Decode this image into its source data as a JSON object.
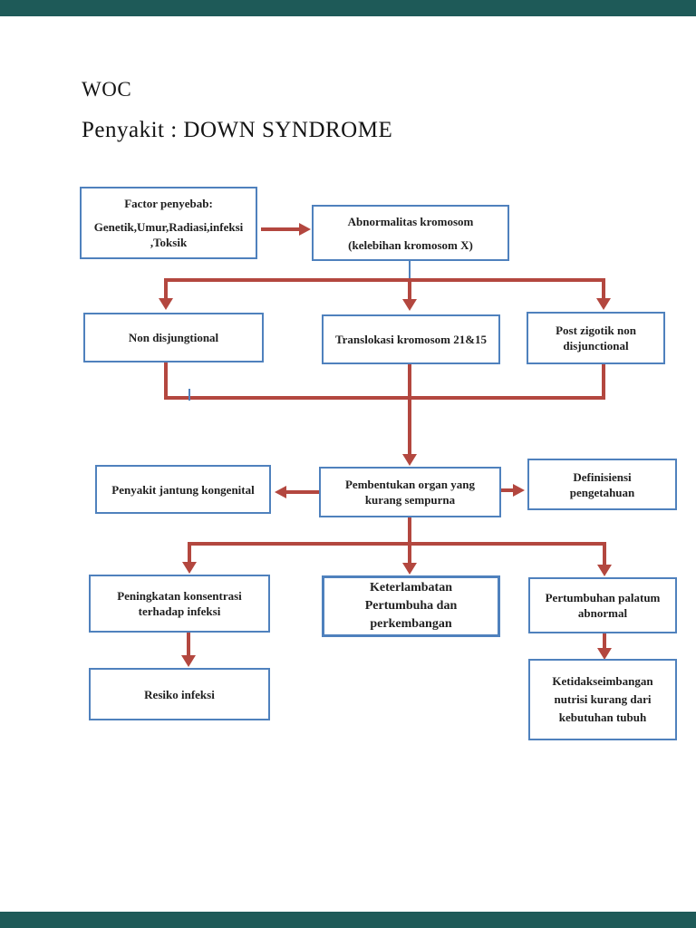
{
  "document": {
    "heading": "WOC",
    "subheading": "Penyakit : DOWN SYNDROME"
  },
  "diagram": {
    "type": "flowchart",
    "colors": {
      "node_border_blue": "#4f81bd",
      "connector_red": "#b3473f",
      "connector_blue": "#4f81bd",
      "text": "#1f1f1f",
      "chrome_bar_teal": "#1e5a58",
      "page_background": "#ffffff"
    },
    "nodes": {
      "factor_penyebab": {
        "lines": [
          "Factor penyebab:",
          "Genetik,Umur,Radiasi,infeksi",
          ",Toksik"
        ]
      },
      "abnormalitas": {
        "lines": [
          "Abnormalitas kromosom",
          "(kelebihan kromosom X)"
        ]
      },
      "non_disjungtional": {
        "lines": [
          "Non disjungtional"
        ]
      },
      "translokasi": {
        "lines": [
          "Translokasi kromosom 21&15"
        ]
      },
      "post_zigotik": {
        "lines": [
          "Post zigotik non",
          "disjunctional"
        ]
      },
      "pembentukan_organ": {
        "lines": [
          "Pembentukan organ yang",
          "kurang sempurna"
        ]
      },
      "penyakit_jantung": {
        "lines": [
          "Penyakit jantung kongenital"
        ]
      },
      "definisiensi": {
        "lines": [
          "Definisiensi",
          "pengetahuan"
        ]
      },
      "peningkatan_konsentrasi": {
        "lines": [
          "Peningkatan konsentrasi",
          "terhadap infeksi"
        ]
      },
      "keterlambatan": {
        "lines": [
          "Keterlambatan",
          "Pertumbuha dan",
          "perkembangan"
        ]
      },
      "pertumbuhan_palatum": {
        "lines": [
          "Pertumbuhan palatum",
          "abnormal"
        ]
      },
      "resiko_infeksi": {
        "lines": [
          "Resiko infeksi"
        ]
      },
      "ketidakseimbangan": {
        "lines": [
          "Ketidakseimbangan",
          "nutrisi kurang dari",
          "kebutuhan tubuh"
        ]
      }
    },
    "edges": [
      {
        "from": "factor_penyebab",
        "to": "abnormalitas"
      },
      {
        "from": "abnormalitas",
        "to": "non_disjungtional"
      },
      {
        "from": "abnormalitas",
        "to": "translokasi"
      },
      {
        "from": "abnormalitas",
        "to": "post_zigotik"
      },
      {
        "from": "non_disjungtional",
        "to": "pembentukan_organ"
      },
      {
        "from": "translokasi",
        "to": "pembentukan_organ"
      },
      {
        "from": "post_zigotik",
        "to": "pembentukan_organ"
      },
      {
        "from": "pembentukan_organ",
        "to": "penyakit_jantung"
      },
      {
        "from": "pembentukan_organ",
        "to": "definisiensi"
      },
      {
        "from": "pembentukan_organ",
        "to": "peningkatan_konsentrasi"
      },
      {
        "from": "pembentukan_organ",
        "to": "keterlambatan"
      },
      {
        "from": "pembentukan_organ",
        "to": "pertumbuhan_palatum"
      },
      {
        "from": "peningkatan_konsentrasi",
        "to": "resiko_infeksi"
      },
      {
        "from": "pertumbuhan_palatum",
        "to": "ketidakseimbangan"
      }
    ]
  }
}
